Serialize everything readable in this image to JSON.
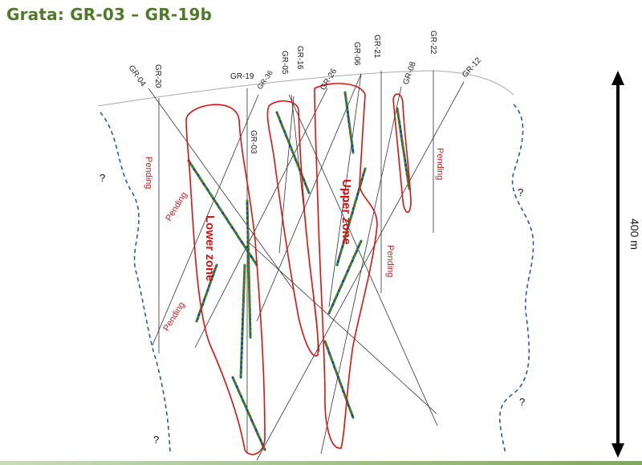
{
  "title": "Grata: GR-03 – GR-19b",
  "holes": {
    "gr04": "GR-04",
    "gr20": "GR-20",
    "gr19": "GR-19",
    "gr36": "GR-36",
    "gr16": "GR-16",
    "gr05": "GR-05",
    "gr26": "GR-26",
    "gr06": "GR-06",
    "gr21": "GR-21",
    "gr08": "GR-08",
    "gr22": "GR-22",
    "gr12": "GR-12",
    "gr03": "GR-03"
  },
  "pending_label": "Pending",
  "zones": {
    "lower": "Lower zone",
    "upper": "Upper zone"
  },
  "unknown_mark": "?",
  "scale_label": "400 m",
  "colors": {
    "title": "#4f7a28",
    "zone_outline": "#e01010",
    "contact": "#2f58a8"
  }
}
